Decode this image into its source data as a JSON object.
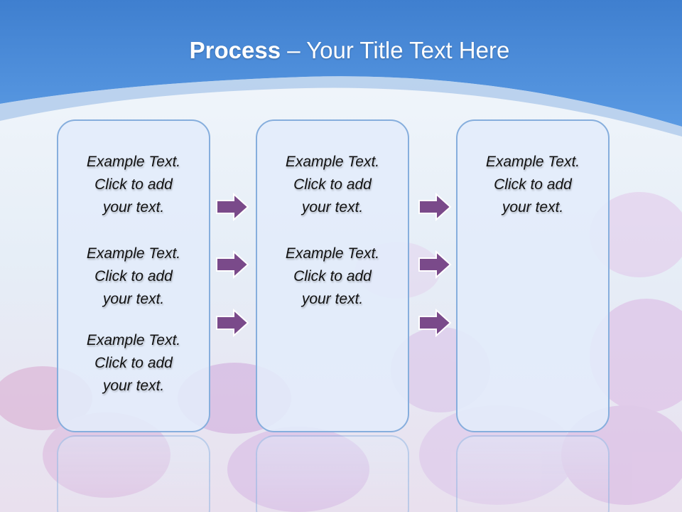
{
  "slide": {
    "title_bold": "Process",
    "title_rest": "– Your Title Text Here",
    "columns": [
      {
        "items": [
          {
            "line1": "Example Text.",
            "line2": "Click  to add",
            "line3": "your text."
          },
          {
            "line1": "Example Text.",
            "line2": "Click  to add",
            "line3": "your text."
          },
          {
            "line1": "Example Text.",
            "line2": "Click  to add",
            "line3": "your text."
          }
        ]
      },
      {
        "items": [
          {
            "line1": "Example Text.",
            "line2": "Click  to add",
            "line3": "your text."
          },
          {
            "line1": "Example Text.",
            "line2": "Click  to add",
            "line3": "your text."
          }
        ]
      },
      {
        "items": [
          {
            "line1": "Example Text.",
            "line2": "Click  to add",
            "line3": "your text."
          }
        ]
      }
    ]
  },
  "colors": {
    "header_blue": "#4a8ad8",
    "box_border": "#86aedd",
    "arrow_fill": "#7a4a8a",
    "arrow_stroke": "#ffffff"
  }
}
